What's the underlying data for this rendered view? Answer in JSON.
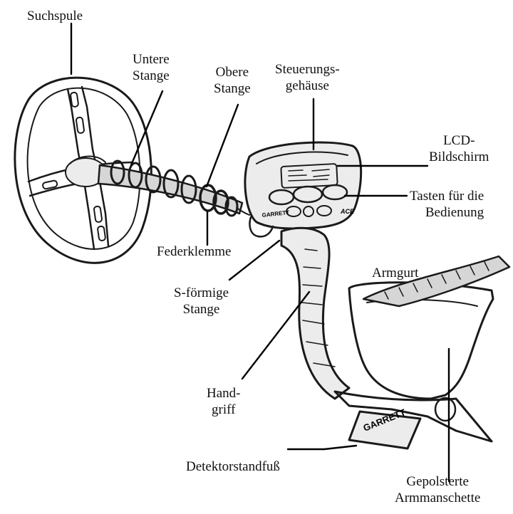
{
  "diagram": {
    "labels": {
      "search_coil": "Suchspule",
      "lower_rod": [
        "Untere",
        "Stange"
      ],
      "upper_rod": [
        "Obere",
        "Stange"
      ],
      "control_housing": [
        "Steuerungs-",
        "gehäuse"
      ],
      "lcd": [
        "LCD-",
        "Bildschirm"
      ],
      "buttons": [
        "Tasten für die",
        "Bedienung"
      ],
      "spring_clamp": "Federklemme",
      "arm_strap": "Armgurt",
      "s_rod": [
        "S-förmige",
        "Stange"
      ],
      "handle": [
        "Hand-",
        "griff"
      ],
      "stand": "Detektorstandfuß",
      "arm_cuff": [
        "Gepolsterte",
        "Armmanschette"
      ]
    },
    "device_markings": {
      "brand_stand": "GARRETT",
      "brand_housing": "GARRETT",
      "model_text": "ACE"
    }
  }
}
